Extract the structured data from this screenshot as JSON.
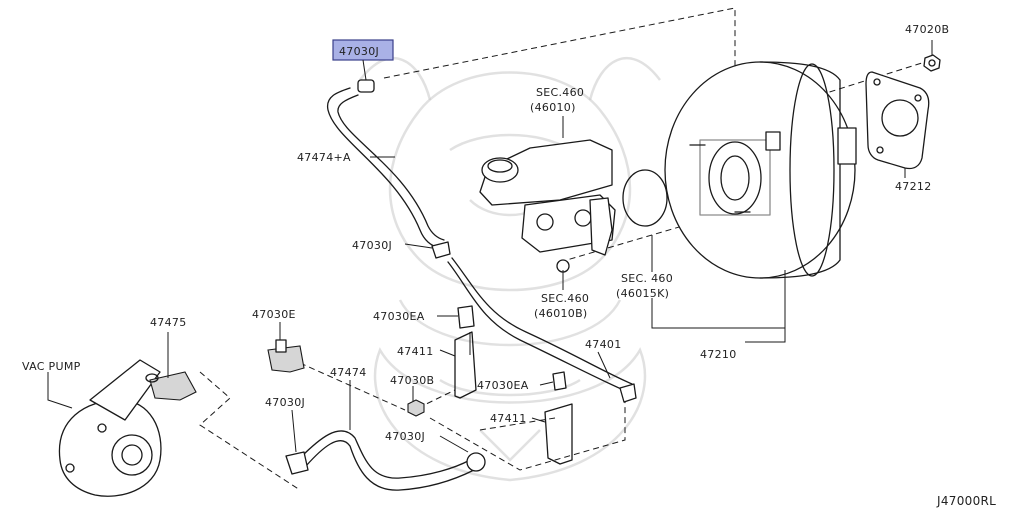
{
  "labels": {
    "p47030J_top": "47030J",
    "p47474A": "47474+A",
    "p47030J_mid": "47030J",
    "sec460_a": "SEC.460",
    "sec460_a_sub": "(46010)",
    "sec460_b": "SEC.460",
    "sec460_b_sub": "(46010B)",
    "sec460_c": "SEC. 460",
    "sec460_c_sub": "(46015K)",
    "p47020B": "47020B",
    "p47212": "47212",
    "p47210": "47210",
    "p47030E": "47030E",
    "p47030EA_a": "47030EA",
    "p47030EA_b": "47030EA",
    "p47411_a": "47411",
    "p47411_b": "47411",
    "p47401": "47401",
    "p47030B": "47030B",
    "p47475": "47475",
    "vac_pump": "VAC PUMP",
    "p47474": "47474",
    "p47030J_left": "47030J",
    "p47030J_bottom": "47030J",
    "diagram_code": "J47000RL"
  },
  "colors": {
    "highlight": "#a9b1e6",
    "ink": "#1a1a1a",
    "watermark": "#c8c8c8"
  },
  "icons": {
    "watermark": "samurai-helmet-watermark"
  }
}
